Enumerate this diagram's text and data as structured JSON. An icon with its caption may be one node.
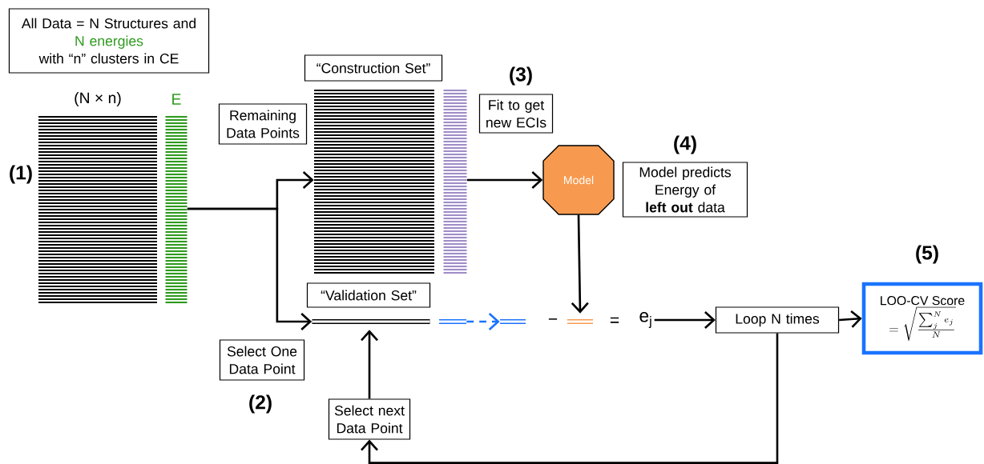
{
  "diagram": {
    "nodes": [
      {
        "text": [
          "All Data = N Structures and",
          "N energies",
          "with “n” clusters in CE"
        ]
      },
      {
        "text": [
          "(N × n)"
        ]
      },
      {
        "text": [
          "E"
        ]
      },
      {
        "text": [
          "Remaining Data Points"
        ]
      },
      {
        "text": [
          "“Construction Set”"
        ]
      },
      {
        "text": [],
        "shape": "box"
      },
      {
        "text": [],
        "shape": "box"
      },
      {
        "text": [
          "Fit to get new ECIs"
        ]
      },
      {
        "text": [
          "Model"
        ]
      },
      {
        "text": [
          "Model predicts Energy of **left out** data"
        ]
      },
      {
        "text": [
          "“Validation Set”"
        ]
      },
      {
        "text": [],
        "shape": "bar"
      },
      {
        "text": [
          "Select One Data Point"
        ]
      },
      {
        "text": [],
        "shape": "bar"
      },
      {
        "text": [],
        "shape": "bar"
      },
      {
        "text": [],
        "shape": "bar"
      },
      {
        "text": [
          "e$_{j}$"
        ]
      },
      {
        "text": [
          "Loop N times"
        ]
      },
      {
        "text": [
          "LOO-CV Score",
          "=\\sqrt{\\frac{\\sum_j^N e_j}{N}}"
        ]
      },
      {
        "text": [
          "Select next Data Point"
        ]
      }
    ],
    "edges": [
      {
        "from": 2,
        "to": 5,
        "arrow": "to"
      },
      {
        "from": 2,
        "to": 11,
        "arrow": "to"
      },
      {
        "from": 6,
        "to": 8,
        "arrow": "to"
      },
      {
        "from": 8,
        "to": 15,
        "arrow": "to"
      },
      {
        "from": 13,
        "to": 14,
        "arrow": "to",
        "style": "dashed",
        "color": "#1a73ff"
      },
      {
        "from": 16,
        "to": 17,
        "arrow": "to"
      },
      {
        "from": 17,
        "to": 18,
        "arrow": "to"
      },
      {
        "from": 17,
        "to": 19,
        "arrow": "to"
      },
      {
        "from": 19,
        "to": 11,
        "arrow": "to"
      }
    ],
    "labels": [
      "(1)",
      "(3)",
      "(4)",
      "(5)",
      "(2)",
      "−",
      "="
    ]
  }
}
